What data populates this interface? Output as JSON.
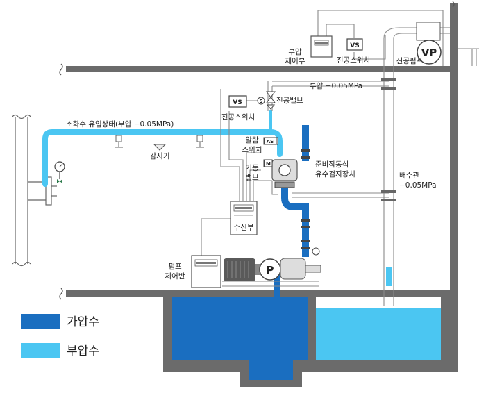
{
  "colors": {
    "pressurized_water": "#1a6ec0",
    "negative_pressure_water": "#4bc6f2",
    "structure": "#6b6b6b",
    "pipe_line": "#8a8a8a"
  },
  "labels": {
    "negative_pressure_panel": [
      "부압",
      "제어부"
    ],
    "vs_switch_top": "VS",
    "vacuum_switch_top": "진공스위치",
    "vacuum_pump_symbol": "VP",
    "vacuum_pump": "진공펌프",
    "negative_pressure_line": "부압 −0.05MPa",
    "vs_switch_mid": "VS",
    "solenoid_symbol": "S",
    "vacuum_valve": "진공밸브",
    "vacuum_switch_mid": "진공스위치",
    "sprinkler_line": "소화수 유입상태(부압 −0.05MPa)",
    "detector": "감지기",
    "alarm_switch": [
      "알람",
      "스위치"
    ],
    "as_symbol": "AS",
    "motor_symbol": "M",
    "motor_valve": [
      "기동",
      "밸브"
    ],
    "preaction_valve": [
      "준비작동식",
      "유수검지장치"
    ],
    "receiver_panel": "수신부",
    "drain_pipe": [
      "배수관",
      "−0.05MPa"
    ],
    "pump_control_panel": [
      "펌프",
      "제어반"
    ],
    "pump_symbol": "P"
  },
  "legend": [
    {
      "label": "가압수",
      "color": "#1a6ec0"
    },
    {
      "label": "부압수",
      "color": "#4bc6f2"
    }
  ]
}
